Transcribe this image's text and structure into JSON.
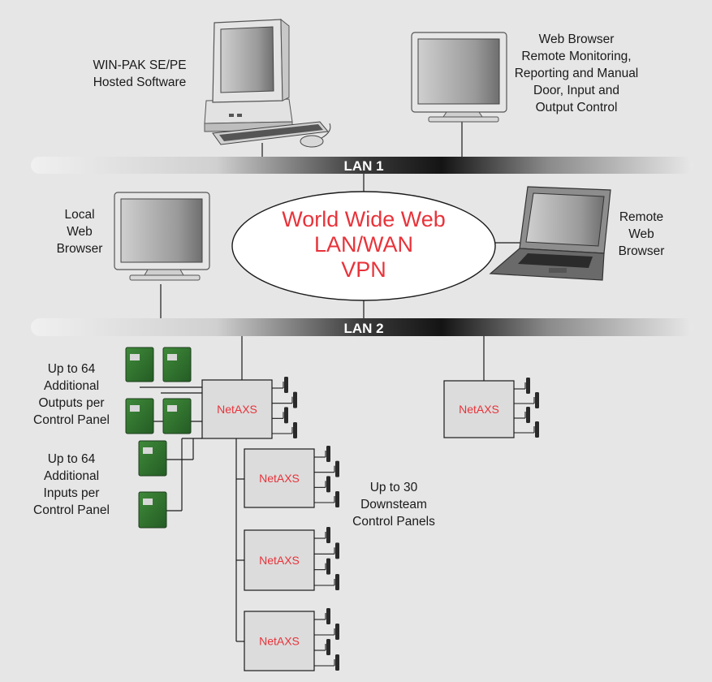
{
  "labels": {
    "winpak_line1": "WIN-PAK SE/PE",
    "winpak_line2": "Hosted Software",
    "webbrowser_line1": "Web Browser",
    "webbrowser_line2": "Remote Monitoring,",
    "webbrowser_line3": "Reporting and Manual",
    "webbrowser_line4": "Door, Input and",
    "webbrowser_line5": "Output Control",
    "local_line1": "Local",
    "local_line2": "Web",
    "local_line3": "Browser",
    "remote_line1": "Remote",
    "remote_line2": "Web",
    "remote_line3": "Browser",
    "outputs_line1": "Up to 64",
    "outputs_line2": "Additional",
    "outputs_line3": "Outputs per",
    "outputs_line4": "Control Panel",
    "inputs_line1": "Up to 64",
    "inputs_line2": "Additional",
    "inputs_line3": "Inputs per",
    "inputs_line4": "Control Panel",
    "downstream_line1": "Up to 30",
    "downstream_line2": "Downsteam",
    "downstream_line3": "Control Panels"
  },
  "network": {
    "lan1": "LAN 1",
    "lan2": "LAN 2",
    "cloud_line1": "World Wide Web",
    "cloud_line2": "LAN/WAN",
    "cloud_line3": "VPN"
  },
  "panel_label": "NetAXS",
  "colors": {
    "background": "#e6e6e6",
    "accent_red": "#e8333a",
    "lan_dark": "#1f1f1f",
    "panel_fill": "#dcdcdc"
  }
}
